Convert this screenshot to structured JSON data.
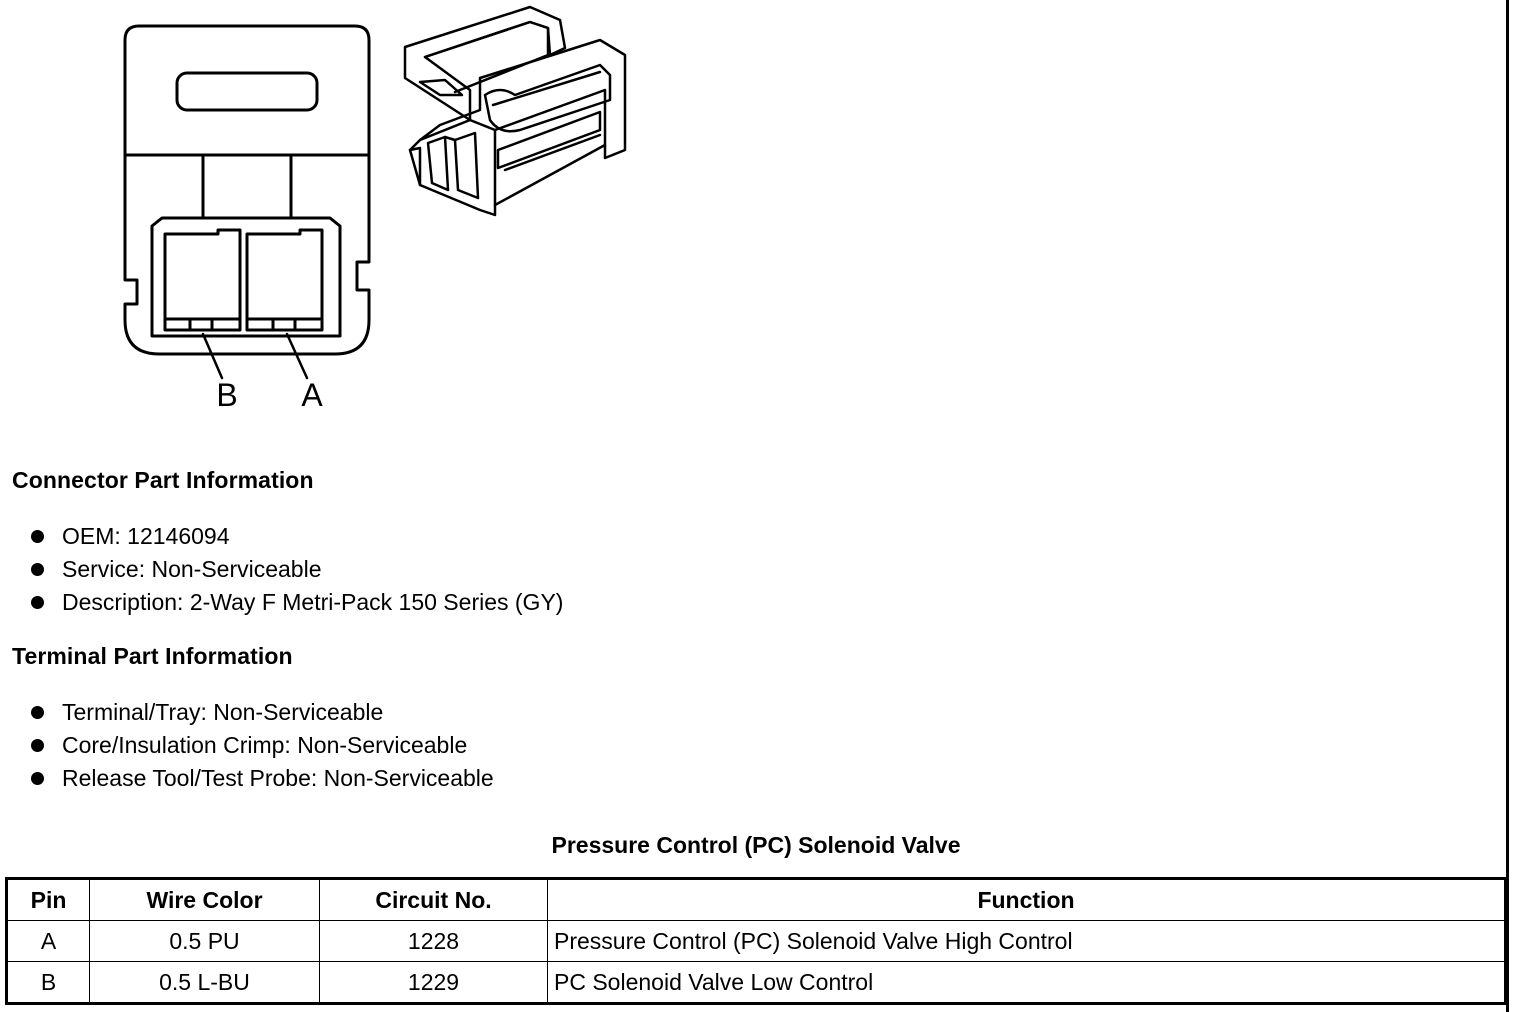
{
  "connector_diagram": {
    "pin_labels": [
      "B",
      "A"
    ]
  },
  "connector_part_info": {
    "heading": "Connector Part Information",
    "items": [
      "OEM: 12146094",
      "Service: Non-Serviceable",
      "Description: 2-Way F Metri-Pack 150 Series (GY)"
    ]
  },
  "terminal_part_info": {
    "heading": "Terminal Part Information",
    "items": [
      "Terminal/Tray: Non-Serviceable",
      "Core/Insulation Crimp: Non-Serviceable",
      "Release Tool/Test Probe: Non-Serviceable"
    ]
  },
  "pinout_table": {
    "title": "Pressure Control (PC) Solenoid Valve",
    "headers": [
      "Pin",
      "Wire Color",
      "Circuit No.",
      "Function"
    ],
    "rows": [
      [
        "A",
        "0.5 PU",
        "1228",
        "Pressure Control (PC) Solenoid Valve High Control"
      ],
      [
        "B",
        "0.5 L-BU",
        "1229",
        "PC Solenoid Valve Low Control"
      ]
    ]
  }
}
